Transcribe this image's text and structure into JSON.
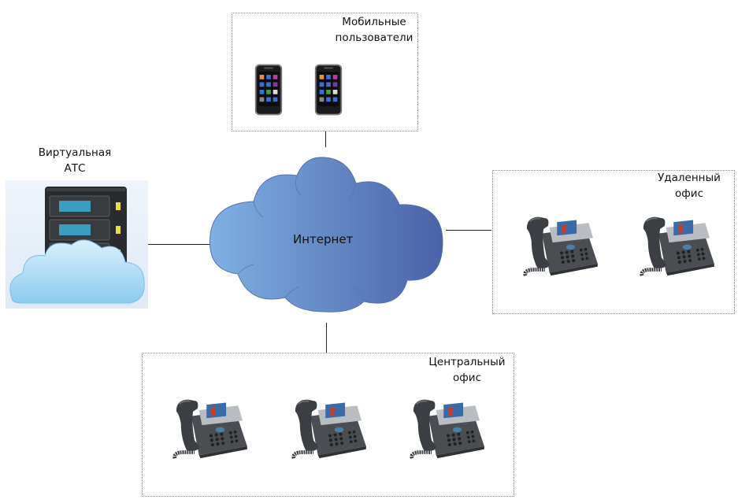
{
  "diagram": {
    "nodes": {
      "internet": {
        "label": "Интернет",
        "icon": "cloud-icon"
      },
      "virtual_pbx": {
        "label_line1": "Виртуальная",
        "label_line2": "АТС",
        "icon": "cloud-server-icon"
      },
      "mobile_users": {
        "label_line1": "Мобильные",
        "label_line2": "пользователи",
        "icon": "smartphone-icon",
        "device_count": 2
      },
      "remote_office": {
        "label_line1": "Удаленный",
        "label_line2": "офис",
        "icon": "ip-phone-icon",
        "device_count": 2
      },
      "central_office": {
        "label_line1": "Центральный",
        "label_line2": "офис",
        "icon": "ip-phone-icon",
        "device_count": 3
      }
    },
    "edges": [
      {
        "from": "virtual_pbx",
        "to": "internet"
      },
      {
        "from": "mobile_users",
        "to": "internet"
      },
      {
        "from": "remote_office",
        "to": "internet"
      },
      {
        "from": "central_office",
        "to": "internet"
      }
    ],
    "colors": {
      "cloud_light": "#7aa9dd",
      "cloud_dark": "#4a62a8",
      "cloud_stroke": "#5570b0",
      "box_border": "#8a8a8a",
      "line": "#222222"
    }
  }
}
